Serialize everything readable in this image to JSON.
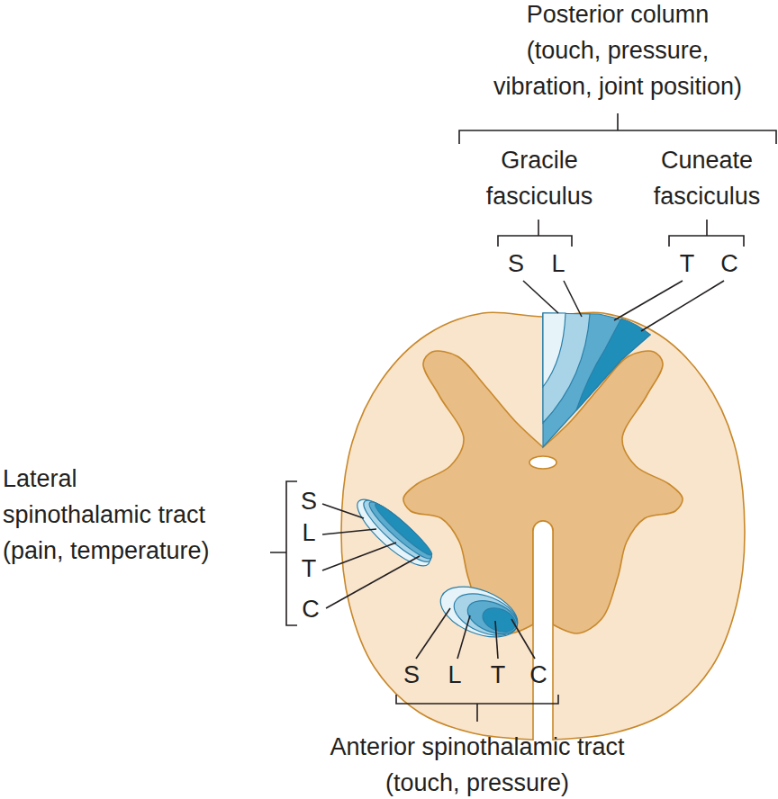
{
  "diagram": {
    "labels": [
      "Posterior column",
      "(touch, pressure,",
      "vibration, joint position)",
      "Gracile fasciculus",
      "Cuneate fasciculus",
      "S",
      "L",
      "T",
      "C",
      "Lateral",
      "spinothalamic tract",
      "(pain, temperature)",
      "S",
      "L",
      "T",
      "C",
      "S",
      "L",
      "T",
      "C",
      "Anterior spinothalamic tract",
      "(touch, pressure)"
    ]
  }
}
